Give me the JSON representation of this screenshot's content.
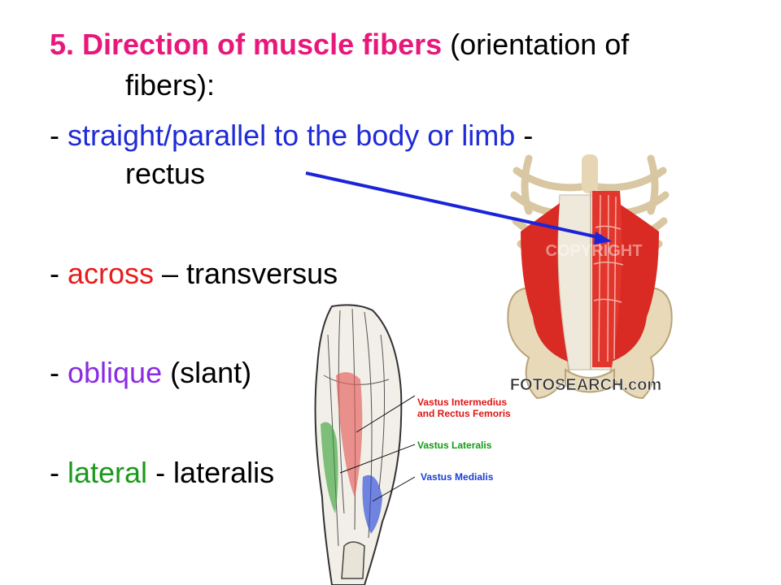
{
  "colors": {
    "title": "#e8177a",
    "straight": "#1f2bd6",
    "across": "#e81c1c",
    "oblique": "#8a2be2",
    "lateral": "#1a9a1a",
    "text": "#000000",
    "arrow": "#1a24d8",
    "caption_red": "#e01515",
    "caption_green": "#139a13",
    "caption_blue": "#1a3fd6"
  },
  "slide": {
    "title": {
      "number_bold": "5. Direction of muscle fibers",
      "rest": " (orientation of",
      "cont": "fibers):"
    },
    "item1": {
      "dash": "- ",
      "colored": "straight/parallel to the body or limb",
      "tail": " -",
      "cont": "rectus"
    },
    "item2": {
      "dash": "- ",
      "colored": "across",
      "tail": " – transversus"
    },
    "item3": {
      "dash": "- ",
      "colored": "oblique",
      "tail": " (slant)"
    },
    "item4": {
      "dash": "- ",
      "colored": "lateral",
      "tail": " - lateralis"
    }
  },
  "figures": {
    "abdomen": {
      "icon": "rectus-abdominis-illustration",
      "watermark": "FOTOSEARCH.com",
      "watermark_mid": "COPYRIGHT"
    },
    "thigh": {
      "icon": "thigh-muscles-illustration",
      "labels": {
        "label1_line1": "Vastus Intermedius",
        "label1_line2": "and Rectus Femoris",
        "label2": "Vastus Lateralis",
        "label3": "Vastus Medialis"
      }
    }
  }
}
